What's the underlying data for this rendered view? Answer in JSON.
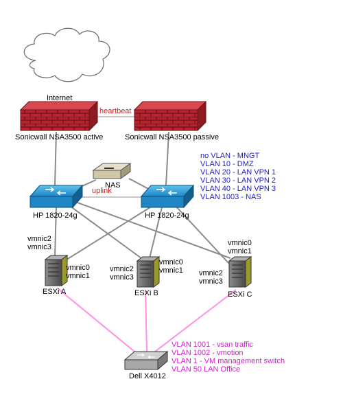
{
  "labels": {
    "internet": "Internet",
    "firewall_active": "Sonicwall NSA3500 active",
    "firewall_passive": "Sonicwall NSA3500 passive",
    "heartbeat": "heartbeat",
    "nas": "NAS",
    "uplink": "uplink",
    "switch_left": "HP 1820-24g",
    "switch_right": "HP 1820-24g",
    "esxi_a": "ESXi A",
    "esxi_b": "ESXi B",
    "esxi_c": "ESXi C",
    "dell": "Dell X4012"
  },
  "nic_labels": {
    "a_top1": "vmnic2",
    "a_top2": "vmnic3",
    "a_right1": "vmnic0",
    "a_right2": "vmnic1",
    "b_left1": "vmnic2",
    "b_left2": "vmnic3",
    "b_right1": "vmnic0",
    "b_right2": "vmnic1",
    "c_top1": "vmnic0",
    "c_top2": "vmnic1",
    "c_left1": "vmnic2",
    "c_left2": "vmnic3"
  },
  "vlans_blue": [
    "no VLAN - MNGT",
    "VLAN 10 - DMZ",
    "VLAN 20 - LAN VPN 1",
    "VLAN 30 - LAN VPN 2",
    "VLAN 40 - LAN VPN 3",
    "VLAN 1003 - NAS"
  ],
  "vlans_magenta": [
    "VLAN 1001 - vsan traffic",
    "VLAN 1002 - vmotion",
    "VLAN 1 - VM management switch",
    "VLAN 50 LAN Office"
  ],
  "colors": {
    "firewall": "#b8242e",
    "switch": "#2a9fd8",
    "link_gray": "#8a8a8a",
    "link_magenta": "#ff8fe6",
    "blue_text": "#1a1acc",
    "magenta_text": "#cc22cc",
    "red_text": "#cc2222"
  }
}
